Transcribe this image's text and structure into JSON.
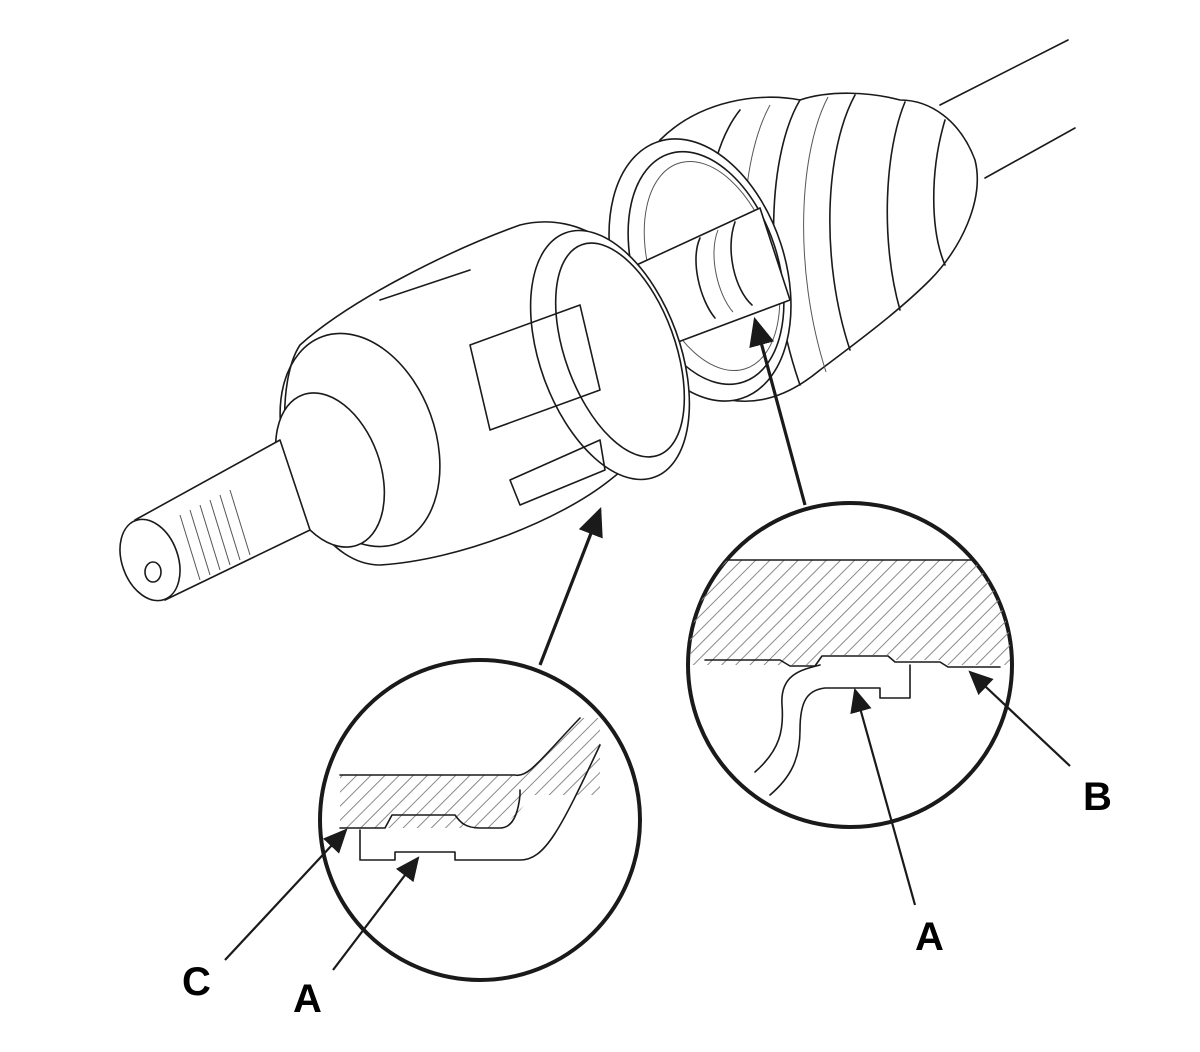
{
  "labels": {
    "c": "C",
    "a_left": "A",
    "a_right": "A",
    "b": "B"
  },
  "colors": {
    "line": "#1a1a1a",
    "background": "#ffffff",
    "hatch": "#8a8a8a"
  }
}
